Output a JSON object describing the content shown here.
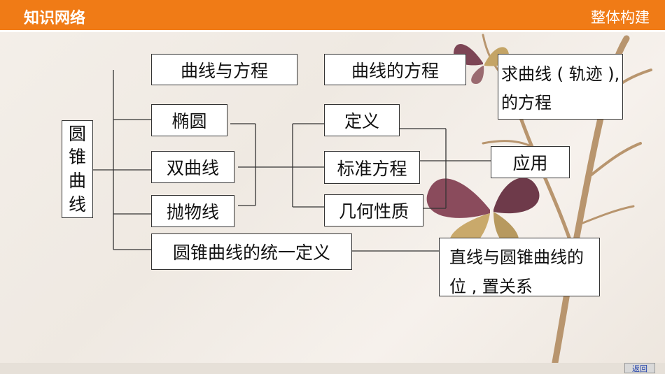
{
  "header": {
    "title": "知识网络",
    "section": "整体构建"
  },
  "diagram": {
    "root": [
      "圆",
      "锥",
      "曲",
      "线"
    ],
    "curve_equation": "曲线与方程",
    "curve_equation_of": "曲线的方程",
    "trajectory": "求曲线 ( 轨迹 ),的方程",
    "ellipse": "椭圆",
    "hyperbola": "双曲线",
    "parabola": "抛物线",
    "definition": "定义",
    "standard_equation": "标准方程",
    "geometric_properties": "几何性质",
    "application": "应用",
    "unified_definition": "圆锥曲线的统一定义",
    "line_conic_position": "直线与圆锥曲线的位 , 置关系"
  },
  "footer": {
    "back": "返回"
  },
  "colors": {
    "header": "#f07b16",
    "line": "#333333"
  }
}
